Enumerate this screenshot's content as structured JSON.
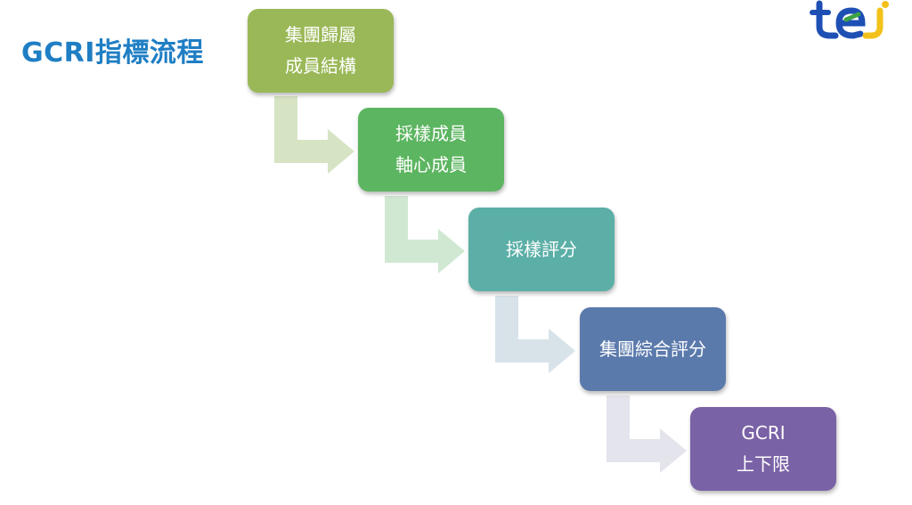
{
  "title": "GCRI指標流程",
  "logo": {
    "icon": "tej-logo-icon",
    "colors": {
      "blue": "#1e4fb4",
      "yellow": "#f2c21a",
      "green": "#3fa246"
    }
  },
  "steps": [
    {
      "lines": [
        "集團歸屬",
        "成員結構"
      ],
      "color": "#9ab857"
    },
    {
      "lines": [
        "採樣成員",
        "軸心成員"
      ],
      "color": "#5cb560"
    },
    {
      "lines": [
        "採樣評分"
      ],
      "color": "#5bafa7"
    },
    {
      "lines": [
        "集團綜合評分"
      ],
      "color": "#5b7aac"
    },
    {
      "lines": [
        "GCRI",
        "上下限"
      ],
      "color": "#7a62a6"
    }
  ],
  "connector_colors": [
    "#d6e4c4",
    "#d0e8d2",
    "#d7e3e9",
    "#e4e4ec"
  ]
}
